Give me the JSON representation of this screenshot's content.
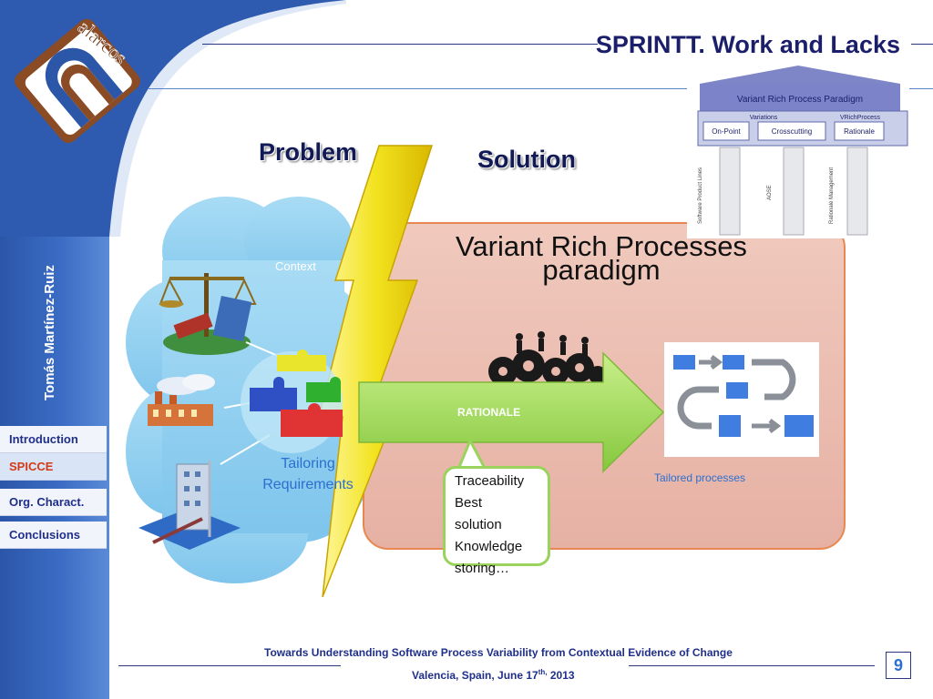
{
  "header": {
    "title": "SPRINTT. Work and Lacks",
    "logo_text": "alarcos"
  },
  "sidebar": {
    "author": "Tomás Martínez-Ruiz",
    "items": [
      {
        "label": "Introduction",
        "active": false
      },
      {
        "label": "SPICCE",
        "active": true
      },
      {
        "label": "Org. Charact.",
        "active": false
      },
      {
        "label": "Conclusions",
        "active": false
      }
    ]
  },
  "slide": {
    "problem_label": "Problem",
    "solution_label": "Solution",
    "solution_title_line1": "Variant Rich Processes",
    "solution_title_line2": "paradigm",
    "context_label": "Context",
    "tailoring_line1": "Tailoring",
    "tailoring_line2": "Requirements",
    "rationale_label": "RATIONALE",
    "tailored_processes_label": "Tailored processes",
    "callout_lines": [
      "Traceability",
      "Best",
      "solution",
      "Knowledge",
      "storing…"
    ]
  },
  "pillars": {
    "roof_title": "Variant Rich Process Paradigm",
    "beam_labels": [
      "Variations",
      "VRichProcess"
    ],
    "boxes": [
      "On-Point",
      "Crosscutting",
      "Rationale"
    ],
    "pillar_labels": [
      "Software Product Lines",
      "AOSE",
      "Rationale Management"
    ]
  },
  "footer": {
    "title": "Towards Understanding Software Process Variability from Contextual Evidence of Change",
    "date_prefix": "Valencia, Spain, June 17",
    "date_sup": "th,",
    "date_suffix": " 2013",
    "page_number": "9"
  },
  "colors": {
    "sidebar_blue": "#3a6cc4",
    "title_navy": "#1b1f6b",
    "active_nav": "#d43a16",
    "solution_fill": "#e8b8aa",
    "arrow_green": "#9ad35c",
    "bolt_yellow": "#f2e31f"
  }
}
